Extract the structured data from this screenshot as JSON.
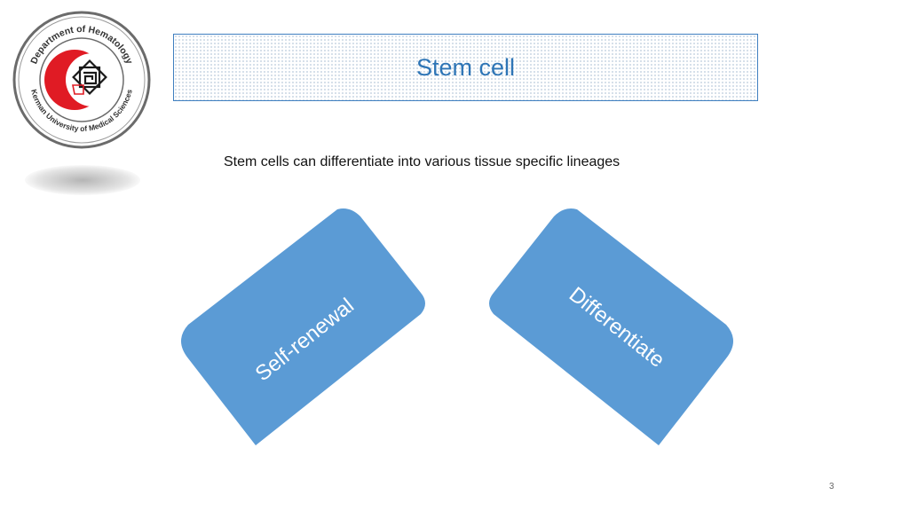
{
  "logo": {
    "arc_top": "Department of Hematology",
    "arc_bottom": "Kerman University of Medical Sciences"
  },
  "title": "Stem cell",
  "subtitle": "Stem cells can differentiate into various tissue specific lineages",
  "shapes": {
    "left_label": "Self-renewal",
    "right_label": "Differentiate"
  },
  "page_number": "3",
  "colors": {
    "accent": "#2e75b6",
    "shape_fill": "#5b9bd5",
    "logo_red": "#e01b24"
  }
}
